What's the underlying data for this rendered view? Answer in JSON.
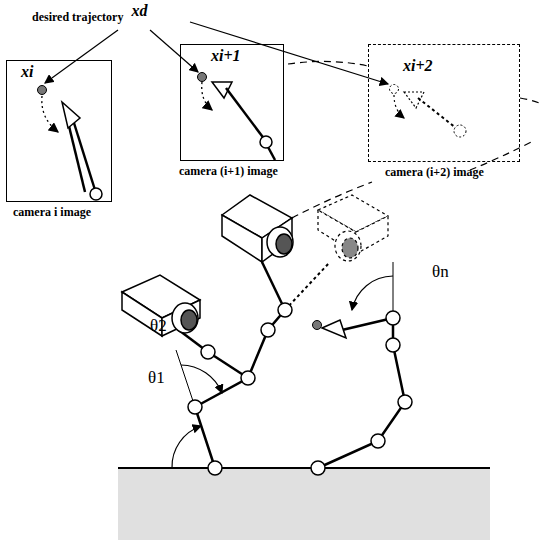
{
  "diagram": {
    "nodes": [
      {
        "text": [
          "xi",
          "camera i image"
        ]
      },
      {
        "text": [
          "xi+1",
          "camera (i+1) image"
        ]
      },
      {
        "text": [
          "xi+2",
          "camera (i+2) image"
        ]
      }
    ],
    "labels": [
      "desired trajectory",
      "xd",
      "θ1",
      "θ2",
      "θn"
    ]
  }
}
